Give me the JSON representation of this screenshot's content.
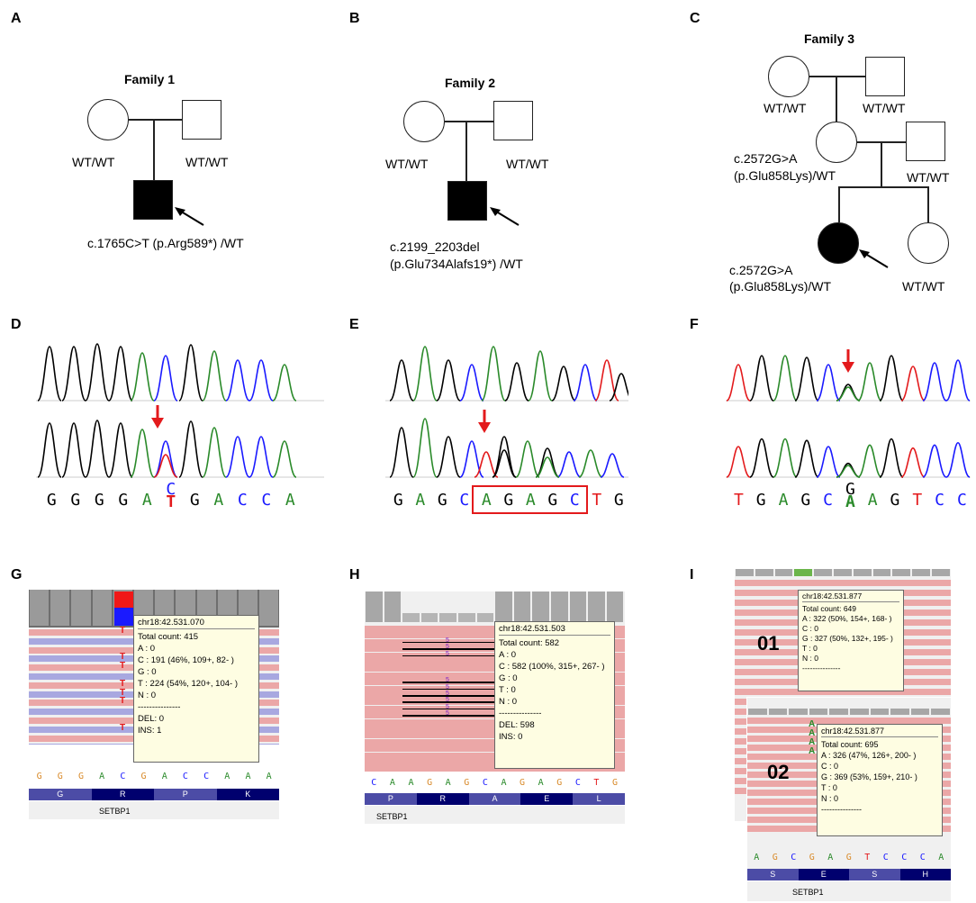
{
  "panels": {
    "A": "A",
    "B": "B",
    "C": "C",
    "D": "D",
    "E": "E",
    "F": "F",
    "G": "G",
    "H": "H",
    "I": "I"
  },
  "family1": {
    "title": "Family 1",
    "father_gt": "WT/WT",
    "mother_gt": "WT/WT",
    "proband": "c.1765C>T (p.Arg589*) /WT"
  },
  "family2": {
    "title": "Family 2",
    "father_gt": "WT/WT",
    "mother_gt": "WT/WT",
    "proband_line1": "c.2199_2203del",
    "proband_line2": "(p.Glu734Alafs19*) /WT"
  },
  "family3": {
    "title": "Family 3",
    "gp1": "WT/WT",
    "gp2": "WT/WT",
    "mother_line1": "c.2572G>A",
    "mother_line2": "(p.Glu858Lys)/WT",
    "father": "WT/WT",
    "proband_line1": "c.2572G>A",
    "proband_line2": "(p.Glu858Lys)/WT",
    "sib": "WT/WT"
  },
  "seqD": {
    "bases": [
      "G",
      "G",
      "G",
      "G",
      "A",
      "C",
      "G",
      "A",
      "C",
      "C",
      "A"
    ],
    "alt": "T",
    "alt_index": 5
  },
  "seqE": {
    "bases": [
      "G",
      "A",
      "G",
      "C",
      "A",
      "G",
      "A",
      "G",
      "C",
      "T",
      "G"
    ],
    "boxed_from": 4,
    "boxed_to": 8
  },
  "seqF": {
    "bases": [
      "T",
      "G",
      "A",
      "G",
      "C",
      "G",
      "A",
      "G",
      "T",
      "C",
      "C"
    ],
    "alt": "A",
    "alt_index": 5
  },
  "igvG": {
    "title": "chr18:42.531.070",
    "total": "Total count: 415",
    "a": "A : 0",
    "c": "C : 191 (46%, 109+, 82- )",
    "g": "G : 0",
    "t": "T : 224 (54%, 120+, 104- )",
    "n": "N : 0",
    "sep": "---------------",
    "del": "DEL: 0",
    "ins": "INS: 1",
    "bases": [
      "G",
      "G",
      "G",
      "A",
      "C",
      "G",
      "A",
      "C",
      "C",
      "A",
      "A",
      "A"
    ],
    "aa": [
      "G",
      "R",
      "P",
      "K"
    ],
    "gene": "SETBP1",
    "read_letter": "T"
  },
  "igvH": {
    "title": "chr18:42.531.503",
    "total": "Total count: 582",
    "a": "A : 0",
    "c": "C : 582 (100%, 315+, 267- )",
    "g": "G : 0",
    "t": "T : 0",
    "n": "N : 0",
    "sep": "---------------",
    "del": "DEL: 598",
    "ins": "INS: 0",
    "bases": [
      "C",
      "A",
      "A",
      "G",
      "A",
      "G",
      "C",
      "A",
      "G",
      "A",
      "G",
      "C",
      "T",
      "G"
    ],
    "aa": [
      "P",
      "R",
      "A",
      "E",
      "L"
    ],
    "gene": "SETBP1",
    "del_num": "5"
  },
  "igvI": {
    "s1": "01",
    "s2": "02",
    "t1_title": "chr18:42.531.877",
    "t1_total": "Total count: 649",
    "t1_a": "A : 322 (50%, 154+, 168- )",
    "t1_c": "C : 0",
    "t1_g": "G : 327 (50%, 132+, 195- )",
    "t1_t": "T : 0",
    "t1_n": "N : 0",
    "t1_sep": "---------------",
    "t2_title": "chr18:42.531.877",
    "t2_total": "Total count: 695",
    "t2_a": "A : 326 (47%, 126+, 200- )",
    "t2_c": "C : 0",
    "t2_g": "G : 369 (53%, 159+, 210- )",
    "t2_t": "T : 0",
    "t2_n": "N : 0",
    "t2_sep": "---------------",
    "bases": [
      "A",
      "G",
      "C",
      "G",
      "A",
      "G",
      "T",
      "C",
      "C",
      "C",
      "A"
    ],
    "aa": [
      "S",
      "E",
      "S",
      "H"
    ],
    "gene": "SETBP1",
    "read_letter": "A"
  },
  "colors": {
    "A": "#2a8a2a",
    "C": "#1a1aff",
    "G": "#000000",
    "T": "#e31a1c",
    "read": "#eba7a7",
    "readBlue": "#a8a8e0",
    "aa_dark": "#00006e",
    "aa_mid": "#4c4ca6"
  }
}
